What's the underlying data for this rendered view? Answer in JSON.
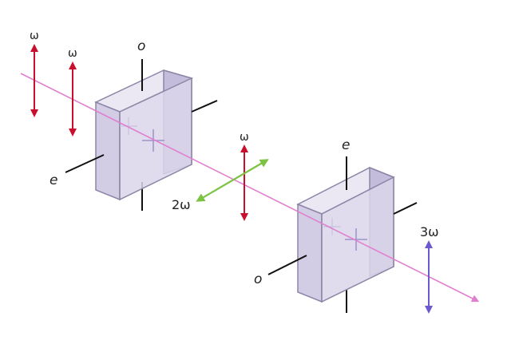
{
  "labels": {
    "omega_1": "ω",
    "omega_2": "ω",
    "omega_3": "ω",
    "two_omega": "2ω",
    "three_omega": "3ω",
    "crystal1_o": "o",
    "crystal1_e": "e",
    "crystal2_e": "e",
    "crystal2_o": "o"
  },
  "colors": {
    "beam": "#e07fd0",
    "omega_arrow": "#c8102e",
    "two_omega_arrow": "#7cc243",
    "three_omega_arrow": "#6a5acd",
    "crystal_front": "#dcd6ea",
    "crystal_side": "#c4bcdb",
    "crystal_top": "#ebe7f3",
    "crystal_edge": "#8c85a5",
    "axis_line": "#111111"
  }
}
